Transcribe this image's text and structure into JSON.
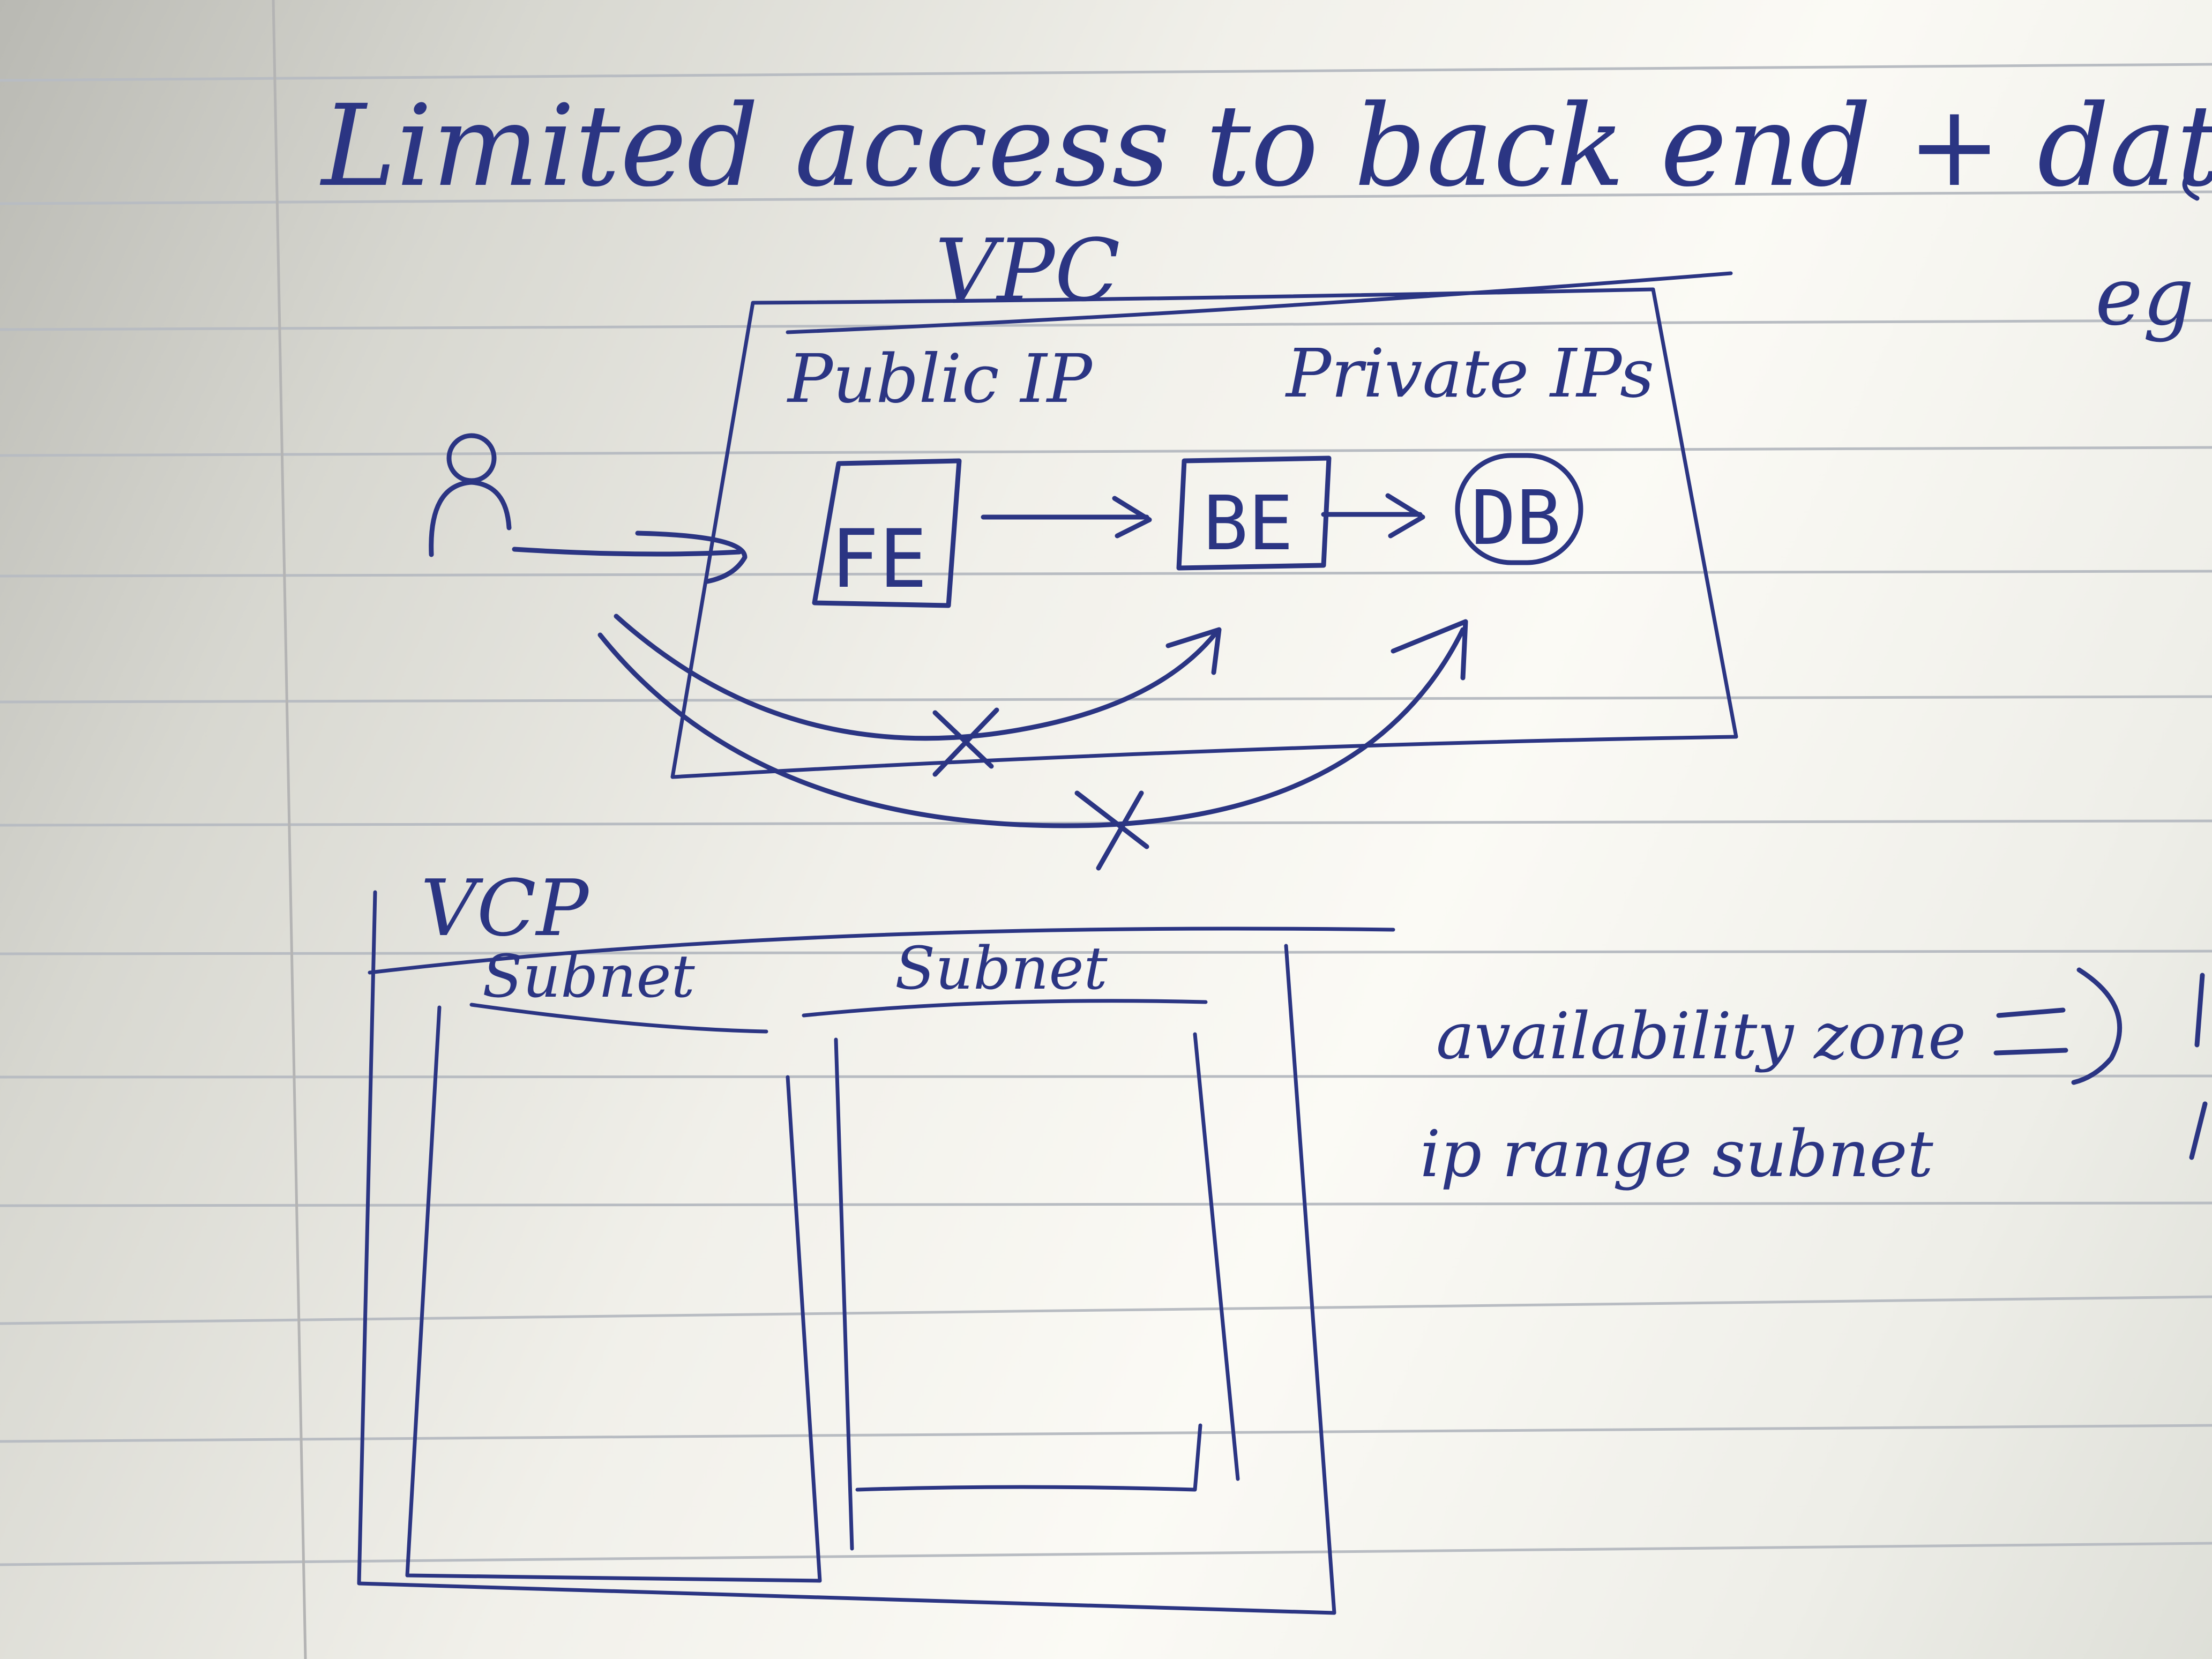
{
  "title": "Limited access to back end + database",
  "margin_note": "eg",
  "vpc_diagram": {
    "label": "VPC",
    "public_label": "Public IP",
    "private_label": "Private IPs",
    "nodes": {
      "user": "user",
      "frontend": "FE",
      "backend": "BE",
      "database": "DB"
    },
    "blocked_marks": [
      "X",
      "X"
    ]
  },
  "subnet_diagram": {
    "label": "VCP",
    "subnets": [
      "Subnet",
      "Subnet"
    ]
  },
  "notes": {
    "availability_zone": "availability zone",
    "ip_range_subnet": "ip range subnet"
  },
  "colors": {
    "ink": "#2b3583",
    "paper": "#f6f5ef",
    "rule_line": "#b8bcc2",
    "margin_line": "#b4b4b4"
  },
  "icons": {
    "user": "person-icon",
    "blocked": "x-mark-icon"
  }
}
